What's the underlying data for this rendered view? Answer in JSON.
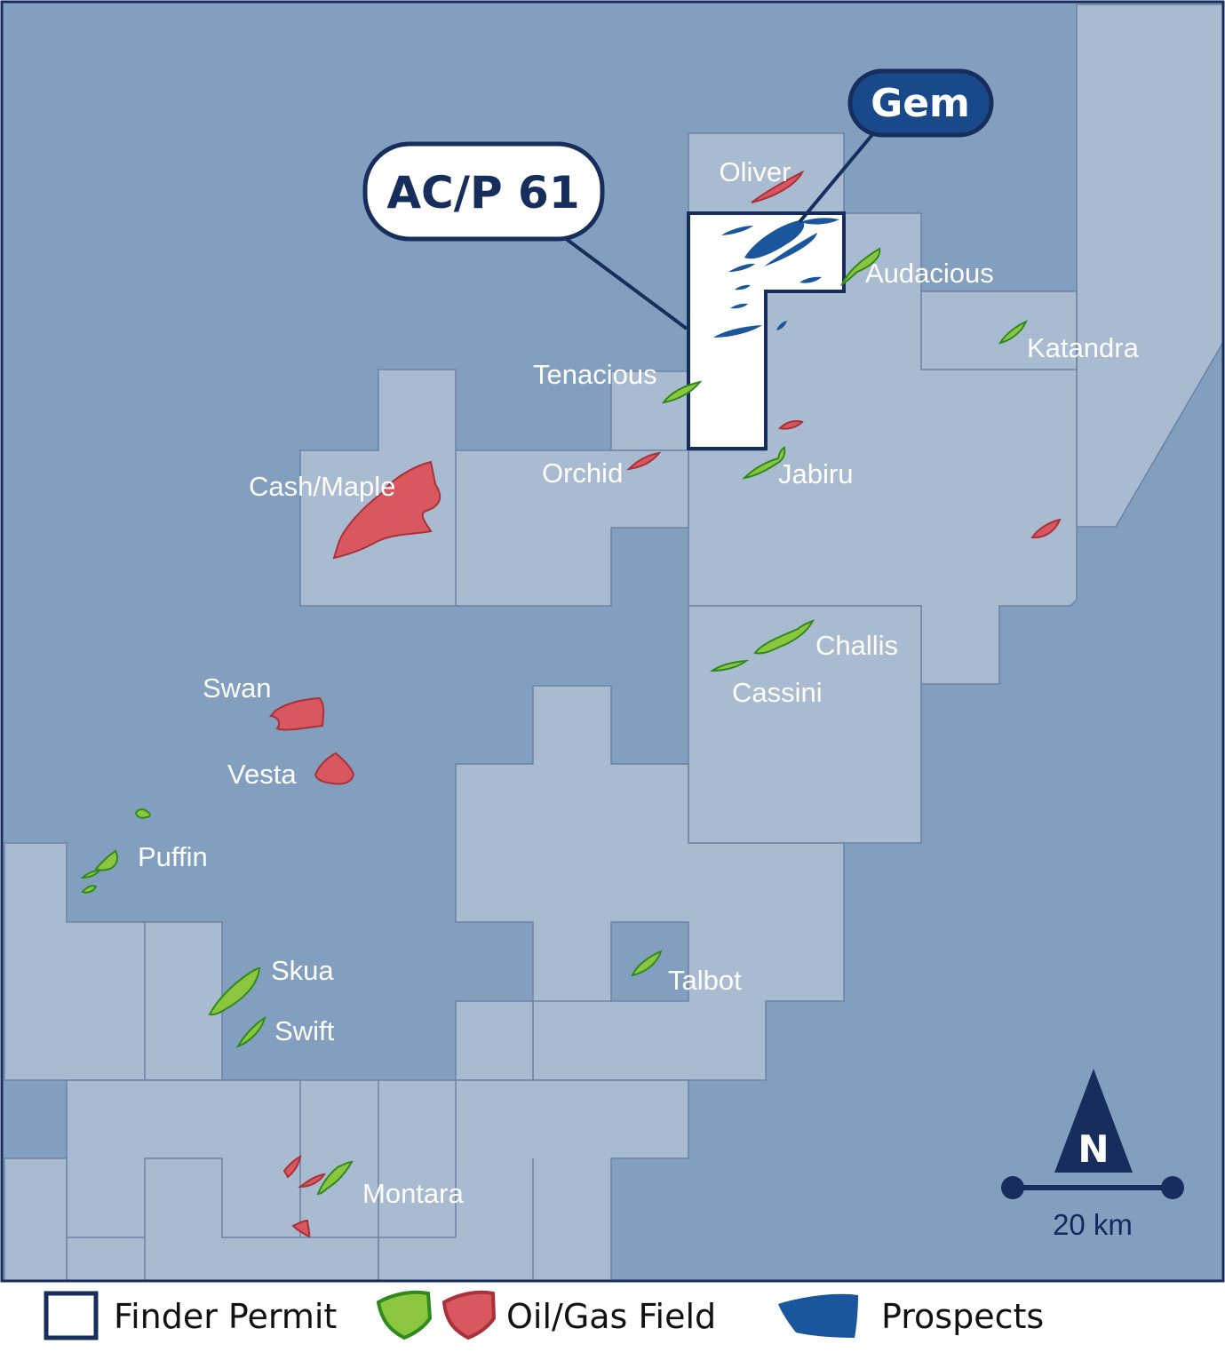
{
  "colors": {
    "sea": "#829fbf",
    "block": "#a9bbd1",
    "block_edge": "#6c83a2",
    "frame": "#172d5c",
    "gas_green": "#8cc63f",
    "gas_green_edge": "#2f8a1e",
    "oil_red": "#d9575e",
    "oil_red_edge": "#a8323a",
    "prospect_blue": "#1a569c",
    "callout_dark": "#184a8b"
  },
  "callouts": {
    "permit": "AC/P 61",
    "prospect": "Gem"
  },
  "fields": {
    "oliver": "Oliver",
    "audacious": "Audacious",
    "katandra": "Katandra",
    "tenacious": "Tenacious",
    "cash_maple": "Cash/Maple",
    "orchid": "Orchid",
    "jabiru": "Jabiru",
    "challis": "Challis",
    "cassini": "Cassini",
    "swan": "Swan",
    "vesta": "Vesta",
    "puffin": "Puffin",
    "skua": "Skua",
    "swift": "Swift",
    "talbot": "Talbot",
    "montara": "Montara"
  },
  "north_arrow": {
    "label": "N",
    "icon": "north-arrow-icon"
  },
  "scale_bar": {
    "label": "20 km"
  },
  "legend": {
    "finder_permit": "Finder Permit",
    "oil_gas_field": "Oil/Gas Field",
    "prospects": "Prospects"
  }
}
